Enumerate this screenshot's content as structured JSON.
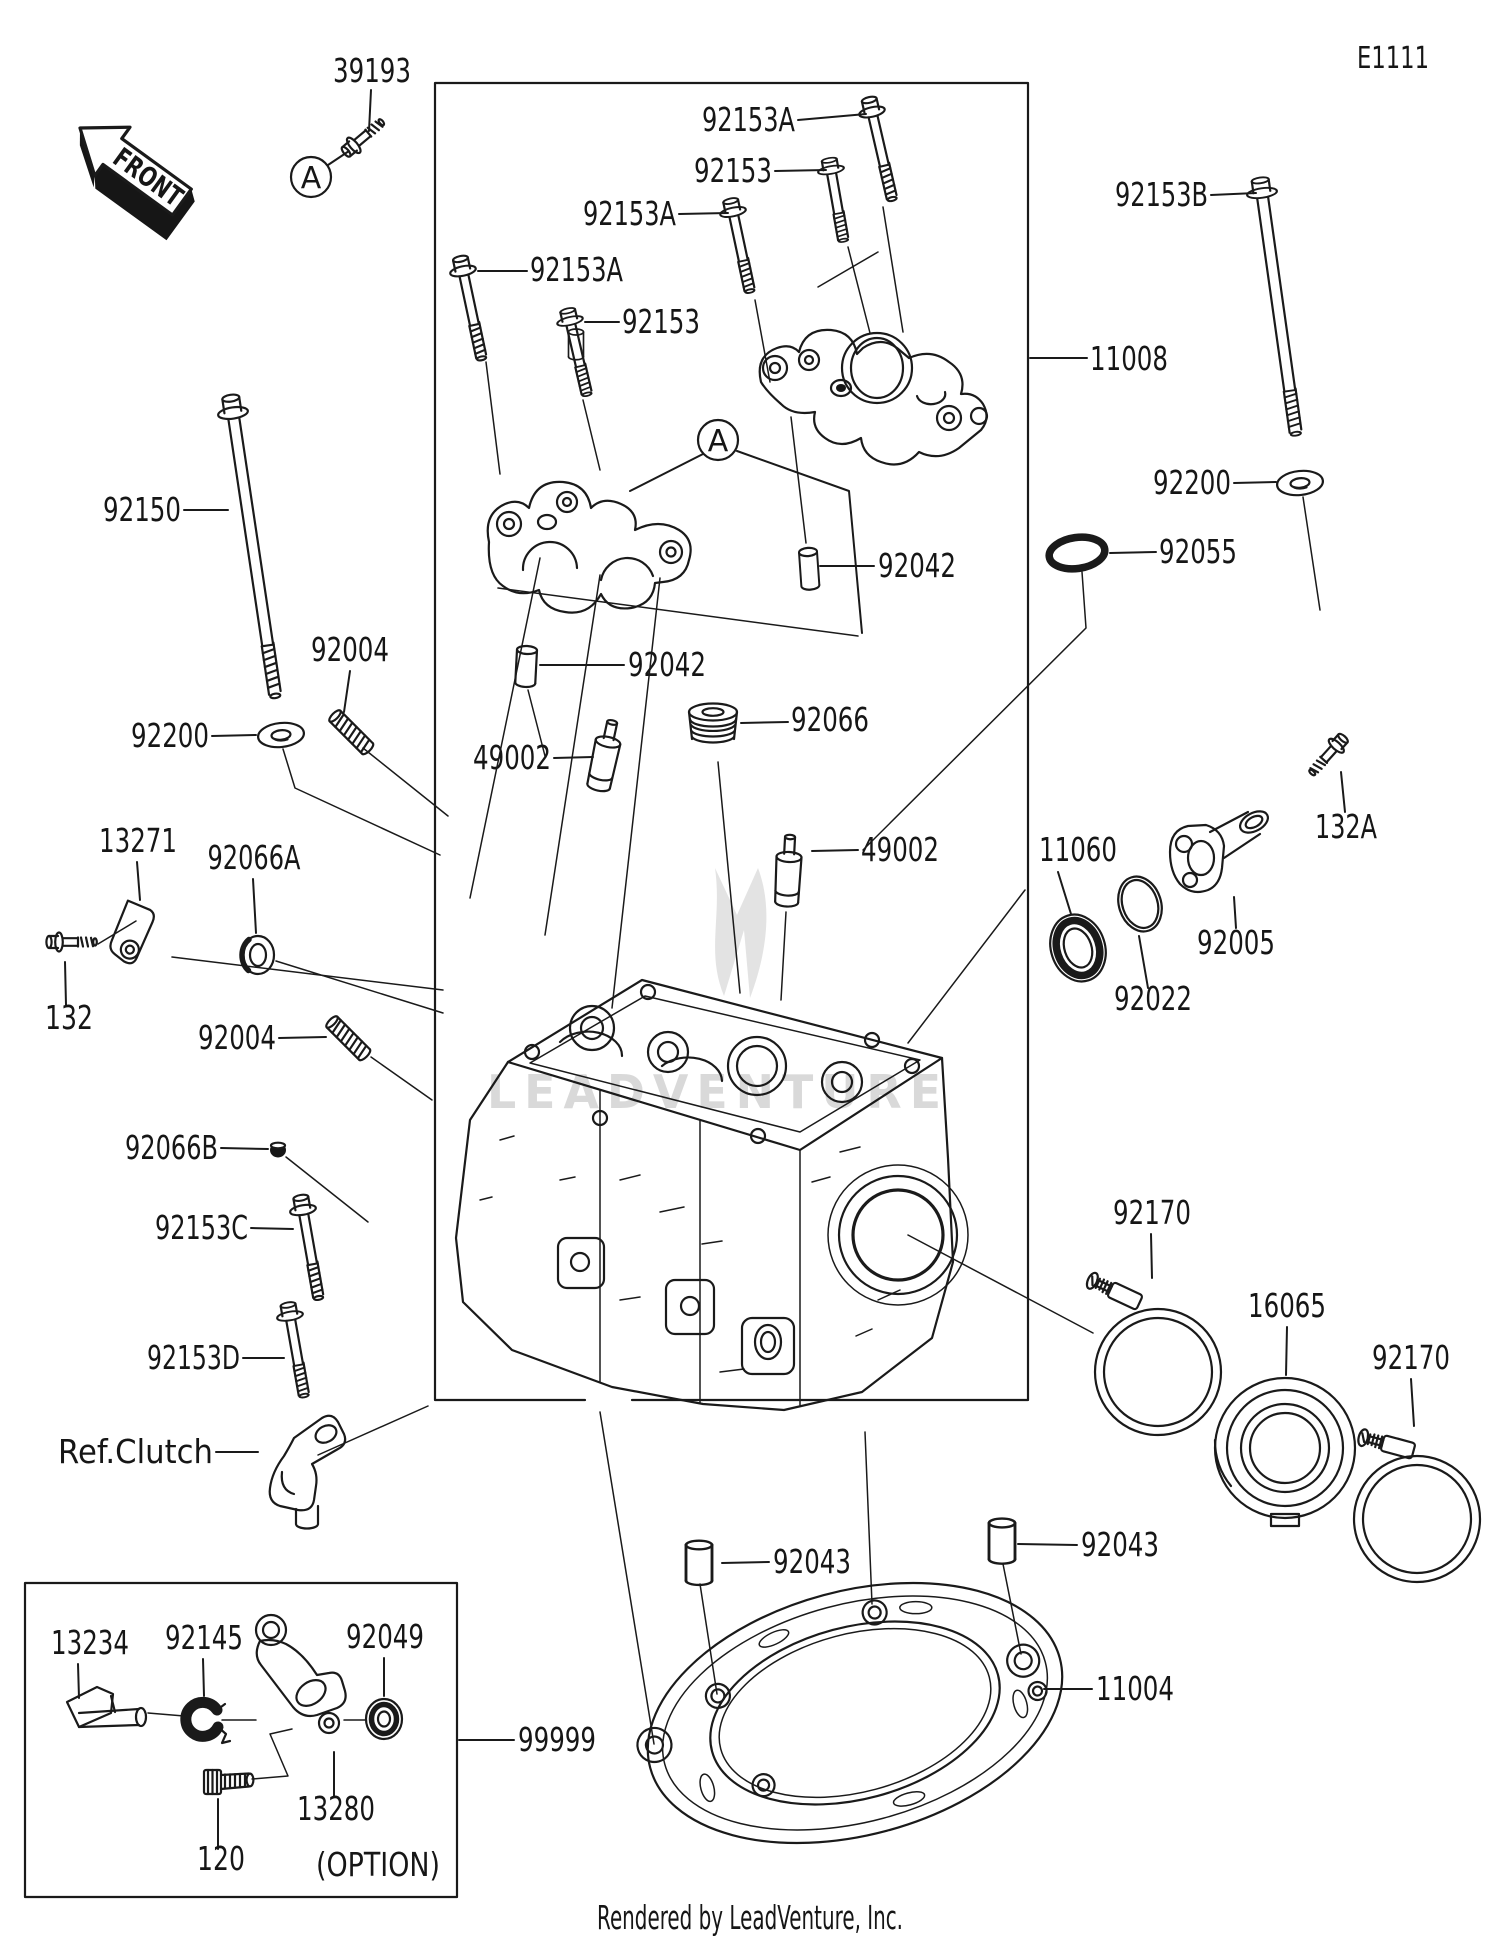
{
  "page": {
    "diagram_code": "E1111",
    "footer": "Rendered by LeadVenture, Inc.",
    "watermark": "LEADVENTURE",
    "front_label": "FRONT",
    "detail_marker": "A",
    "option_note": "(OPTION)",
    "ref_clutch_label": "Ref.Clutch"
  },
  "pn": {
    "39193": "39193",
    "92153": "92153",
    "92153a": "92153A",
    "92153b": "92153B",
    "92153c": "92153C",
    "92153d": "92153D",
    "92150": "92150",
    "92200": "92200",
    "92004": "92004",
    "92042": "92042",
    "92066": "92066",
    "92066a": "92066A",
    "92066b": "92066B",
    "49002": "49002",
    "92055": "92055",
    "11008": "11008",
    "11060": "11060",
    "92022": "92022",
    "92005": "92005",
    "132": "132",
    "132a": "132A",
    "13271": "13271",
    "92170": "92170",
    "16065": "16065",
    "92043": "92043",
    "11004": "11004",
    "99999": "99999",
    "13234": "13234",
    "92145": "92145",
    "92049": "92049",
    "13280": "13280",
    "120": "120"
  }
}
